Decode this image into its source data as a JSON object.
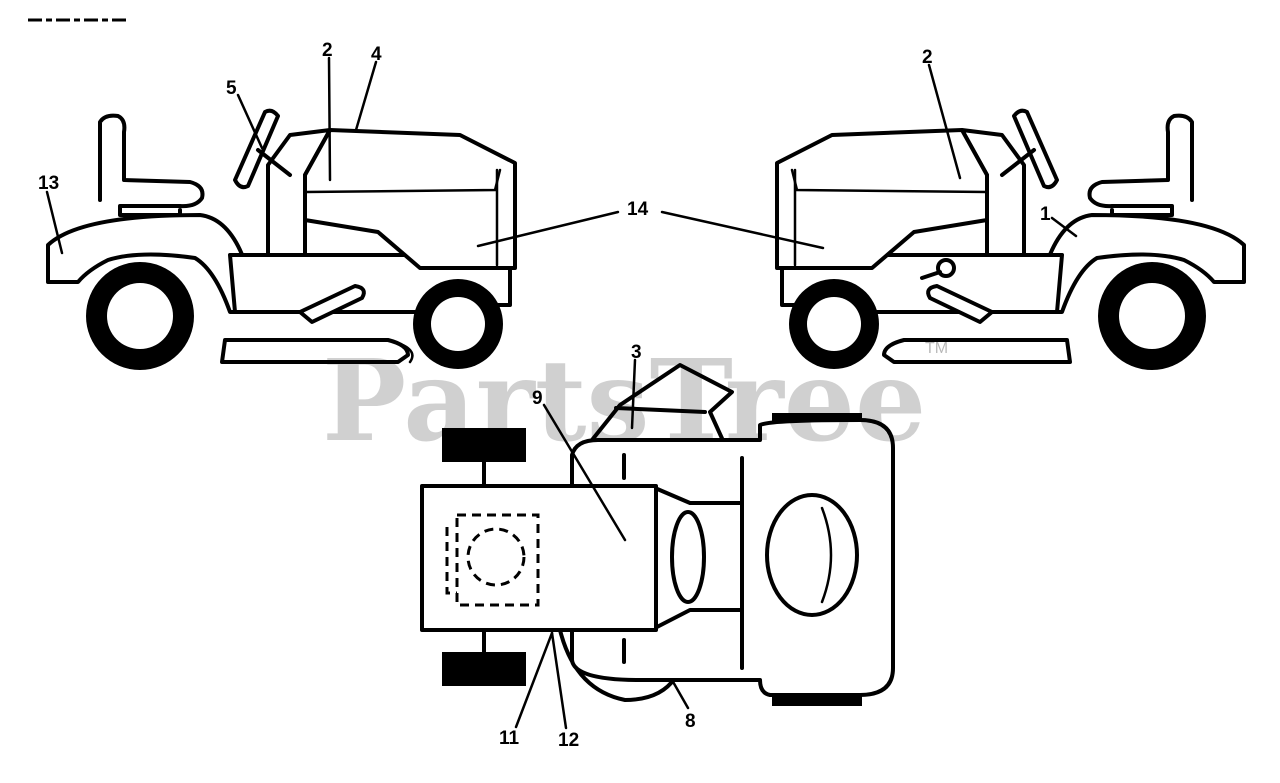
{
  "watermark": {
    "text": "PartsTree",
    "trademark": "TM"
  },
  "callouts": {
    "c1": "1",
    "c2_left": "2",
    "c2_right": "2",
    "c3": "3",
    "c4": "4",
    "c5": "5",
    "c8": "8",
    "c9": "9",
    "c11": "11",
    "c12": "12",
    "c13": "13",
    "c14": "14"
  }
}
